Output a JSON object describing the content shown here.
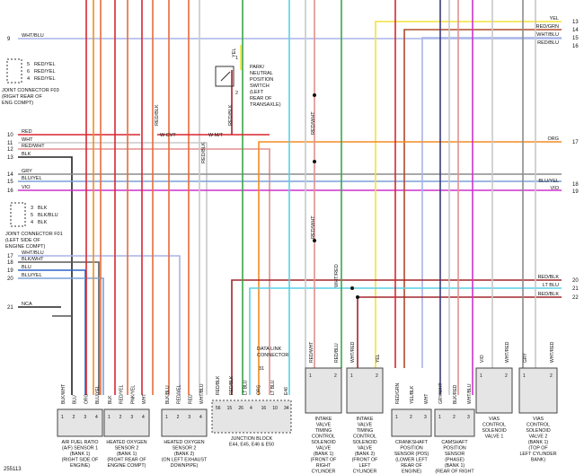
{
  "figure_id": "255113",
  "colors": {
    "yel": "#f4e23a",
    "red": "#d9272e",
    "wht": "#c8c8c8",
    "blu": "#2f63c9",
    "org": "#f28c22",
    "grn": "#3aa64a",
    "vio": "#cc33cc",
    "ltblu": "#5ad0e6",
    "gry": "#8c8c8c",
    "blk": "#222222",
    "wht_blu": "#a8b4e8",
    "red_yel": "#e86a3a",
    "red_wht": "#e3908f",
    "red_blk": "#a3262b",
    "red_grn": "#b04a2a",
    "blu_yel": "#7aa0d8",
    "blk_wht": "#5b5b5b",
    "blk_blu": "#3a3a7a",
    "box_fill": "#e5e5e5"
  },
  "left_wires": [
    {
      "num": "9",
      "label": "WHT/BLU"
    },
    {
      "num": "10",
      "label": "RED"
    },
    {
      "num": "11",
      "label": "WHT"
    },
    {
      "num": "12",
      "label": "RED/WHT"
    },
    {
      "num": "13",
      "label": "BLK"
    },
    {
      "num": "14",
      "label": "GRY"
    },
    {
      "num": "15",
      "label": "BLU/YEL"
    },
    {
      "num": "16",
      "label": "VIO"
    },
    {
      "num": "17",
      "label": "WHT/BLU"
    },
    {
      "num": "18",
      "label": "BLK/WHT"
    },
    {
      "num": "19",
      "label": "BLU"
    },
    {
      "num": "20",
      "label": "BLU/YEL"
    },
    {
      "num": "21",
      "label": "NCA"
    }
  ],
  "right_wires": [
    {
      "num": "13",
      "label": "YEL"
    },
    {
      "num": "14",
      "label": "RED/GRN"
    },
    {
      "num": "15",
      "label": "WHT/BLU"
    },
    {
      "num": "16",
      "label": "RED/BLU"
    },
    {
      "num": "17",
      "label": "ORG"
    },
    {
      "num": "18",
      "label": "BLU/YEL"
    },
    {
      "num": "19",
      "label": "VIO"
    },
    {
      "num": "20",
      "label": "RED/BLK"
    },
    {
      "num": "21",
      "label": "LT BLU"
    },
    {
      "num": "22",
      "label": "RED/BLK"
    }
  ],
  "joint_f03": {
    "pins": [
      {
        "n": "5",
        "label": "RED/YEL"
      },
      {
        "n": "6",
        "label": "RED/YEL"
      },
      {
        "n": "4",
        "label": "RED/YEL"
      }
    ],
    "caption": [
      "JOINT CONNECTOR F03",
      "(RIGHT REAR OF",
      "ENG COMPT)"
    ]
  },
  "joint_f01": {
    "pins": [
      {
        "n": "3",
        "label": "BLK"
      },
      {
        "n": "5",
        "label": "BLK/BLU"
      },
      {
        "n": "4",
        "label": "BLK"
      }
    ],
    "caption": [
      "JOINT CONNECTOR F01",
      "(LEFT SIDE OF",
      "ENGINE COMPT)"
    ]
  },
  "park_switch": {
    "pins": [
      "1",
      "2"
    ],
    "wire_top": "YEL",
    "caption": [
      "PARK/",
      "NEUTRAL",
      "POSITION",
      "SWITCH",
      "(LEFT",
      "REAR OF",
      "TRANSAXLE)"
    ]
  },
  "mid_labels": {
    "w_cvt": "W CVT",
    "w_mt": "W M/T",
    "red_blk_a": "RED/BLK",
    "red_blk_b": "RED/BLK",
    "red_blk_c": "RED/BLK",
    "red_wht_a": "RED/WHT",
    "red_wht_b": "RED/WHT",
    "wht_red": "WHT/RED"
  },
  "dlc": {
    "caption": [
      "DATA LINK",
      "CONNECTOR"
    ],
    "pin": "31"
  },
  "components": [
    {
      "pins": [
        "1",
        "2",
        "3",
        "4"
      ],
      "wires": [
        "BLK/WHT",
        "BLU",
        "ORG",
        "BLU/YEL"
      ],
      "caption": [
        "AIR FUEL RATIO",
        "(A/F) SENSOR 1",
        "(BANK 1)",
        "(RIGHT SIDE OF",
        "ENGINE)"
      ]
    },
    {
      "pins": [
        "1",
        "2",
        "3",
        "4"
      ],
      "wires": [
        "BLK",
        "RED/YEL",
        "PNK/YEL",
        "WHT"
      ],
      "caption": [
        "HEATED OXYGEN",
        "SENSOR 2",
        "(BANK 1)",
        "(RIGHT REAR OF",
        "ENGINE COMPT)"
      ]
    },
    {
      "pins": [
        "1",
        "2",
        "3",
        "4"
      ],
      "wires": [
        "BLK/BLU",
        "RED/YEL",
        "RED",
        "WHT/BLU"
      ],
      "caption": [
        "HEATED OXYGEN",
        "SENSOR 2",
        "(BANK 2)",
        "(ON LEFT EXHAUST",
        "DOWNPIPE)"
      ]
    },
    {
      "pins": [
        "56",
        "15",
        "26",
        "4",
        "16",
        "10",
        "34"
      ],
      "wires": [
        "RED/BLK",
        "RED/BLK",
        "LT BLU",
        "ORG",
        "LT BLU",
        "E46"
      ],
      "caption": [
        "JUNCTION BLOCK",
        "E44, E45, E46 & E50"
      ]
    },
    {
      "pins": [
        "1",
        "2"
      ],
      "wires": [
        "RED/WHT",
        "RED/BLU"
      ],
      "caption": [
        "INTAKE",
        "VALVE",
        "TIMING",
        "CONTROL",
        "SOLENOID",
        "VALVE",
        "(BANK 1)",
        "(FRONT OF",
        "RIGHT",
        "CYLINDER",
        "HEAD)"
      ]
    },
    {
      "pins": [
        "1",
        "2"
      ],
      "wires": [
        "WHT/RED",
        "YEL"
      ],
      "caption": [
        "INTAKE",
        "VALVE",
        "TIMING",
        "CONTROL",
        "SOLENOID",
        "VALVE",
        "(BANK 2)",
        "(FRONT OF",
        "LEFT",
        "CYLINDER",
        "HEAD)"
      ]
    },
    {
      "pins": [
        "1",
        "2",
        "3"
      ],
      "wires": [
        "RED/GRN",
        "YEL/BLK",
        "WHT"
      ],
      "caption": [
        "CRANKSHAFT",
        "POSITION",
        "SENSOR (POS)",
        "(LOWER LEFT",
        "REAR OF",
        "ENGINE)"
      ]
    },
    {
      "pins": [
        "1",
        "2",
        "3"
      ],
      "wires": [
        "GRY/WHT",
        "BLK/RED",
        "WHT/BLU"
      ],
      "caption": [
        "CAMSHAFT",
        "POSITION",
        "SENSOR",
        "(PHASE)",
        "(BANK 1)",
        "(REAR OF RIGHT",
        "CYLINDER BANK)"
      ]
    },
    {
      "pins": [
        "1",
        "2"
      ],
      "wires": [
        "VIO",
        "WHT/RED"
      ],
      "caption": [
        "VIAS",
        "CONTROL",
        "SOLENOID",
        "VALVE 1"
      ]
    },
    {
      "pins": [
        "1",
        "2"
      ],
      "wires": [
        "GRY",
        "WHT/RED"
      ],
      "caption": [
        "VIAS",
        "CONTROL",
        "SOLENOID",
        "VALVE 2",
        "(BANK 1)",
        "(TOP OF",
        "LEFT CYLINDER",
        "BANK)"
      ]
    }
  ]
}
